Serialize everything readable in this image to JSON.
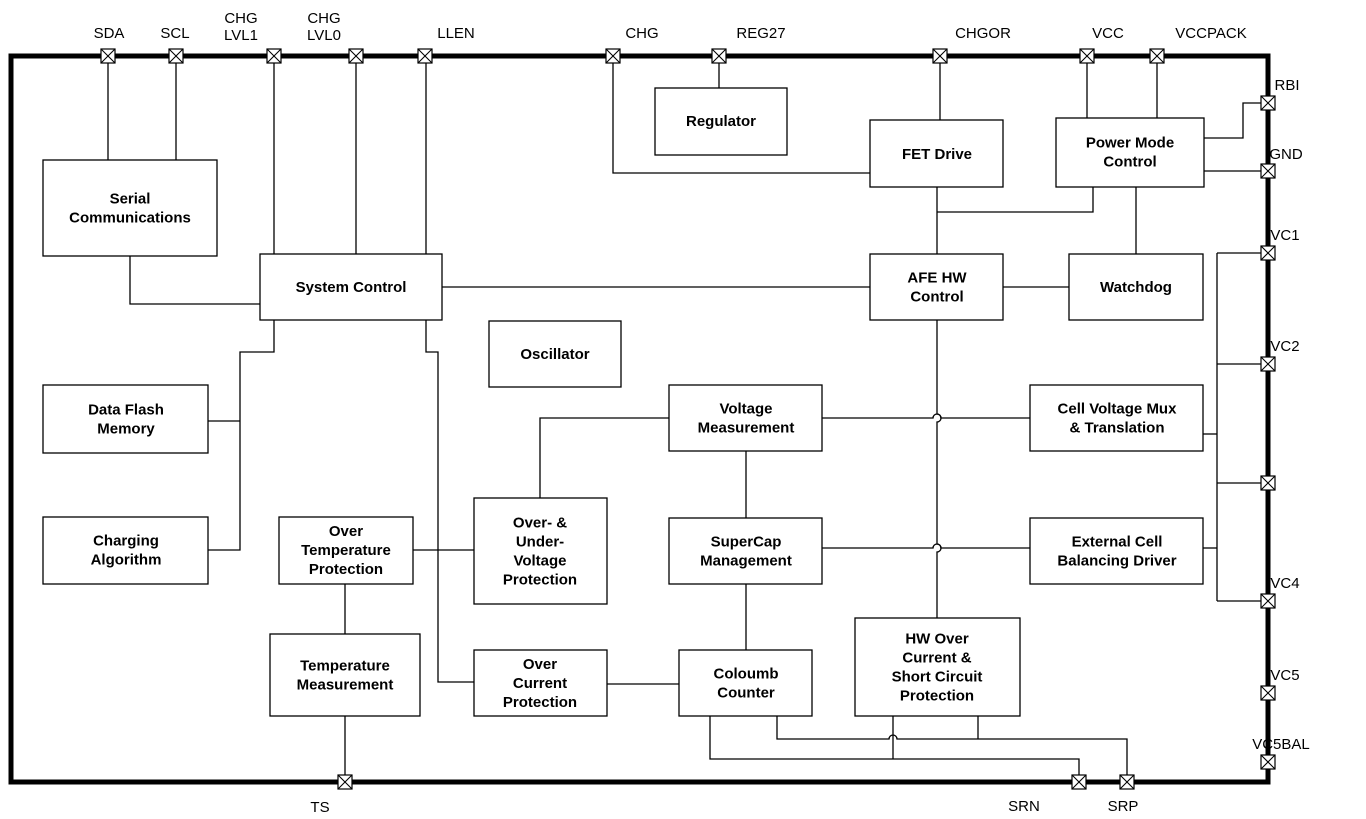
{
  "blocks": {
    "regulator": [
      "Regulator"
    ],
    "fet_drive": [
      "FET Drive"
    ],
    "power_mode_control": [
      "Power Mode",
      "Control"
    ],
    "serial_communications": [
      "Serial",
      "Communications"
    ],
    "system_control": [
      "System Control"
    ],
    "afe_hw_control": [
      "AFE HW",
      "Control"
    ],
    "watchdog": [
      "Watchdog"
    ],
    "oscillator": [
      "Oscillator"
    ],
    "data_flash_memory": [
      "Data Flash",
      "Memory"
    ],
    "voltage_measurement": [
      "Voltage",
      "Measurement"
    ],
    "cell_voltage_mux": [
      "Cell Voltage Mux",
      "& Translation"
    ],
    "charging_algorithm": [
      "Charging",
      "Algorithm"
    ],
    "over_temperature_protection": [
      "Over",
      "Temperature",
      "Protection"
    ],
    "over_under_voltage_protection": [
      "Over- &",
      "Under-",
      "Voltage",
      "Protection"
    ],
    "supercap_management": [
      "SuperCap",
      "Management"
    ],
    "external_cell_balancing_driver": [
      "External Cell",
      "Balancing Driver"
    ],
    "temperature_measurement": [
      "Temperature",
      "Measurement"
    ],
    "over_current_protection": [
      "Over",
      "Current",
      "Protection"
    ],
    "coloumb_counter": [
      "Coloumb",
      "Counter"
    ],
    "hw_over_current": [
      "HW  Over",
      "Current &",
      "Short Circuit",
      "Protection"
    ]
  },
  "pins": {
    "sda": [
      "SDA"
    ],
    "scl": [
      "SCL"
    ],
    "chg_lvl1": [
      "CHG",
      "LVL1"
    ],
    "chg_lvl0": [
      "CHG",
      "LVL0"
    ],
    "llen": [
      "LLEN"
    ],
    "chg": [
      "CHG"
    ],
    "reg27": [
      "REG27"
    ],
    "chgor": [
      "CHGOR"
    ],
    "vcc": [
      "VCC"
    ],
    "vccpack": [
      "VCCPACK"
    ],
    "rbi": [
      "RBI"
    ],
    "gnd": [
      "GND"
    ],
    "vc1": [
      "VC1"
    ],
    "vc2": [
      "VC2"
    ],
    "vc3": [],
    "vc4": [
      "VC4"
    ],
    "vc5": [
      "VC5"
    ],
    "vc5bal": [
      "VC5BAL"
    ],
    "ts": [
      "TS"
    ],
    "srn": [
      "SRN"
    ],
    "srp": [
      "SRP"
    ]
  }
}
